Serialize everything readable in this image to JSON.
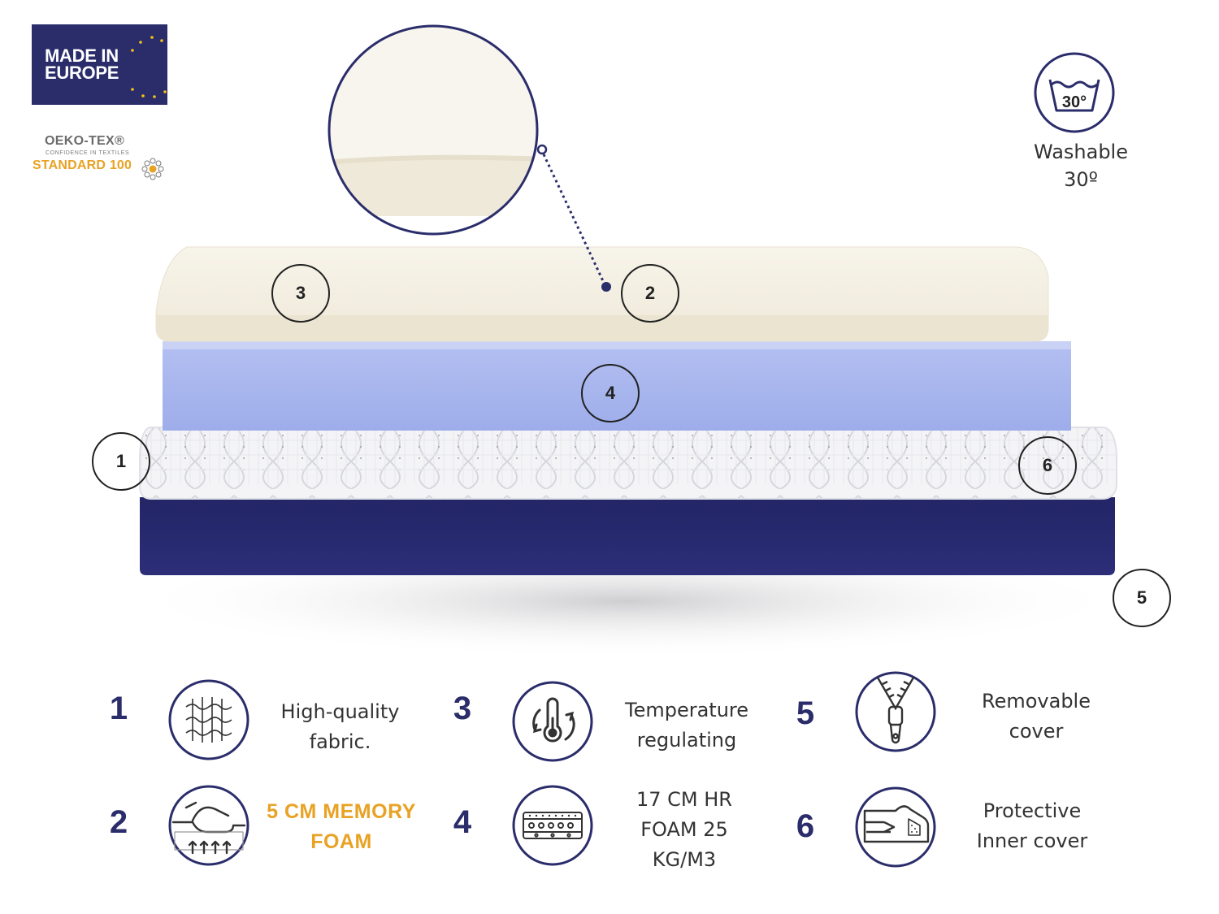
{
  "badges": {
    "made_in": "MADE IN",
    "europe": "EUROPE",
    "oeko_brand": "OEKO-TEX®",
    "oeko_sub": "CONFIDENCE IN TEXTILES",
    "oeko_std": "STANDARD 100",
    "wash_temp": "30°",
    "wash_line1": "Washable",
    "wash_line2": "30º"
  },
  "callouts": [
    "1",
    "2",
    "3",
    "4",
    "5",
    "6"
  ],
  "features": [
    {
      "num": "1",
      "icon": "fabric-icon",
      "line1": "High-quality",
      "line2": "fabric.",
      "line3": ""
    },
    {
      "num": "2",
      "icon": "memory-foam-icon",
      "line1": "5 CM MEMORY",
      "line2": "FOAM",
      "line3": ""
    },
    {
      "num": "3",
      "icon": "temperature-icon",
      "line1": "Temperature",
      "line2": "regulating",
      "line3": ""
    },
    {
      "num": "4",
      "icon": "hr-foam-icon",
      "line1": "17 CM HR",
      "line2": "FOAM 25",
      "line3": "KG/M3"
    },
    {
      "num": "5",
      "icon": "zipper-icon",
      "line1": "Removable",
      "line2": "cover",
      "line3": ""
    },
    {
      "num": "6",
      "icon": "inner-cover-icon",
      "line1": "Protective",
      "line2": "Inner cover",
      "line3": ""
    }
  ],
  "colors": {
    "navy": "#2b2d6b",
    "accent": "#e8a224",
    "cream": "#f3efe3",
    "lavender": "#a9b6ee"
  }
}
